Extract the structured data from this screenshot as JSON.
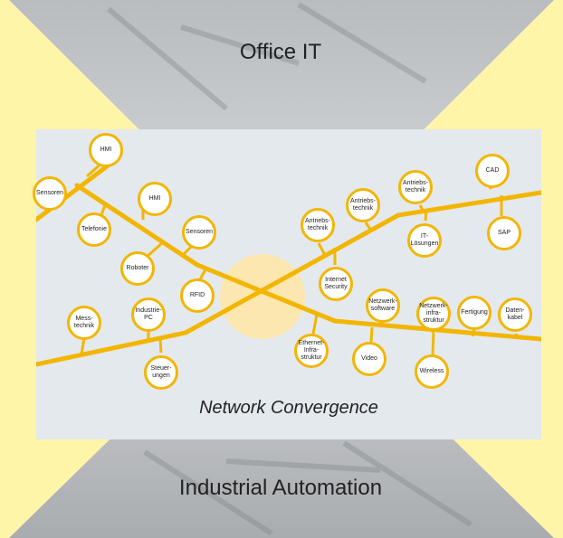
{
  "top_label": "Office IT",
  "bottom_label": "Industrial Automation",
  "caption": "Network Convergence",
  "colors": {
    "accent": "#f2b600",
    "panel": "#e4e9ee",
    "side": "#fff5a8",
    "hub": "#fde7b0"
  },
  "nodes": [
    {
      "id": "hmi-1",
      "label": "HMI"
    },
    {
      "id": "sensoren-1",
      "label": "Sensoren"
    },
    {
      "id": "hmi-2",
      "label": "HMI"
    },
    {
      "id": "telefonie",
      "label": "Telefonie"
    },
    {
      "id": "sensoren-2",
      "label": "Sensoren"
    },
    {
      "id": "roboter",
      "label": "Roboter"
    },
    {
      "id": "rfid",
      "label": "RFID"
    },
    {
      "id": "industrie-pc",
      "label": "Industrie-\nPC"
    },
    {
      "id": "messtechnik",
      "label": "Mess-\ntechnik"
    },
    {
      "id": "steuerungen",
      "label": "Steuer-\nungen"
    },
    {
      "id": "antriebstechnik-1",
      "label": "Antriebs-\ntechnik"
    },
    {
      "id": "antriebstechnik-2",
      "label": "Antriebs-\ntechnik"
    },
    {
      "id": "antriebstechnik-3",
      "label": "Antriebs-\ntechnik"
    },
    {
      "id": "cad",
      "label": "CAD"
    },
    {
      "id": "sap",
      "label": "SAP"
    },
    {
      "id": "it-loesungen",
      "label": "IT-\nLösungen"
    },
    {
      "id": "internet-security",
      "label": "Internet\nSecurity"
    },
    {
      "id": "netzwerksoftware",
      "label": "Netzwerk-\nsoftware"
    },
    {
      "id": "netzwerkinfrastruktur",
      "label": "Netzwerk-\ninfra-\nstruktur"
    },
    {
      "id": "fertigung",
      "label": "Fertigung"
    },
    {
      "id": "datenkabel",
      "label": "Daten-\nkabel"
    },
    {
      "id": "ethernet-infrastruktur",
      "label": "Ethernet-\nInfra-\nstruktur"
    },
    {
      "id": "video",
      "label": "Video"
    },
    {
      "id": "wireless",
      "label": "Wireless"
    }
  ]
}
